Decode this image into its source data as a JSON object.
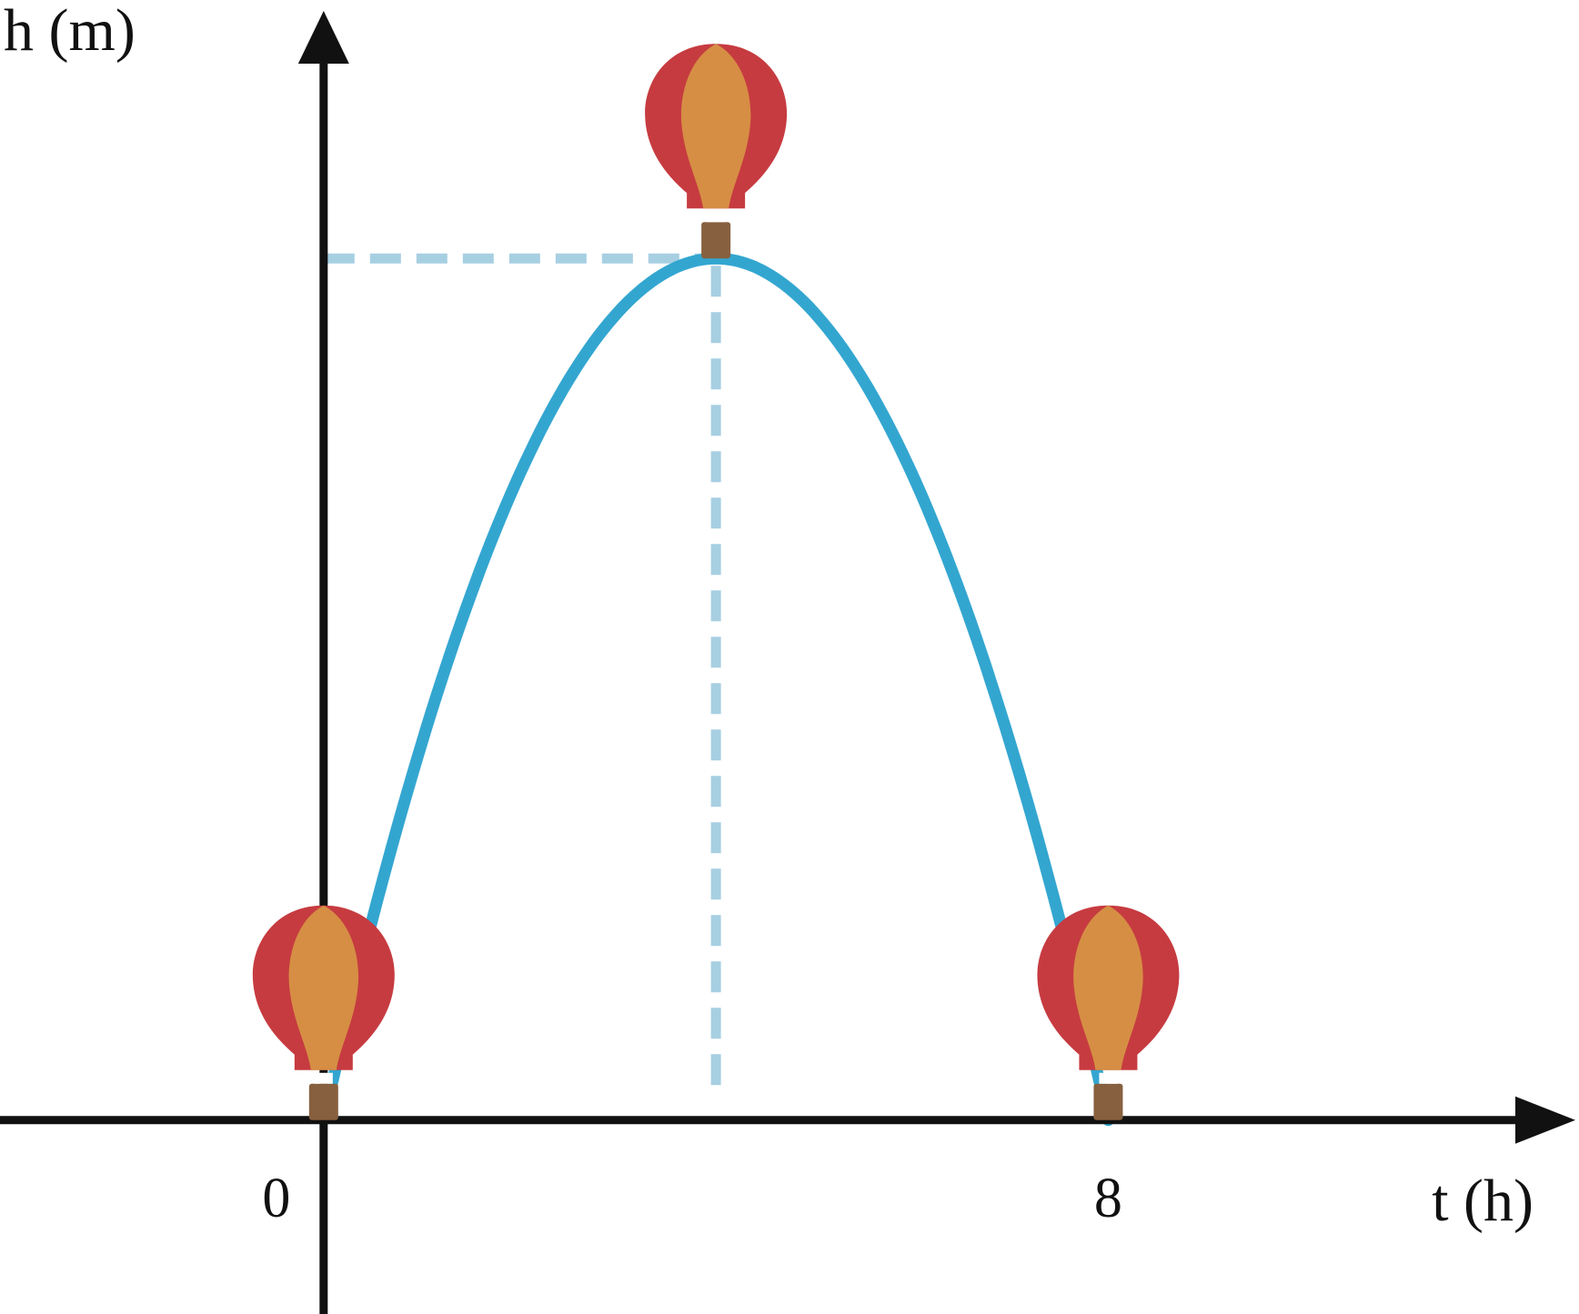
{
  "chart_data": {
    "type": "line",
    "title": "",
    "xlabel": "t (h)",
    "ylabel": "h (m)",
    "x_ticks": [
      {
        "value": 0,
        "label": "0"
      },
      {
        "value": 8,
        "label": "8"
      }
    ],
    "xlim": [
      -3.3,
      12.8
    ],
    "ylim": [
      -4.5,
      26
    ],
    "grid": false,
    "series": [
      {
        "x": [
          0,
          1,
          2,
          3,
          4,
          5,
          6,
          7,
          8
        ],
        "y": [
          0,
          8.75,
          15,
          18.75,
          20,
          18.75,
          15,
          8.75,
          0
        ]
      }
    ],
    "annotations": [
      {
        "type": "dashed-guides",
        "x": 4,
        "y": 20
      },
      {
        "type": "hot-air-balloon",
        "x": 0,
        "y": 0
      },
      {
        "type": "hot-air-balloon",
        "x": 4,
        "y": 20
      },
      {
        "type": "hot-air-balloon",
        "x": 8,
        "y": 0
      }
    ],
    "colors": {
      "curve": "#33a6d0",
      "guide": "#a7cfe2",
      "axis": "#111111",
      "balloon_outer": "#c63b40",
      "balloon_inner": "#d68e44",
      "basket": "#87603f"
    }
  }
}
